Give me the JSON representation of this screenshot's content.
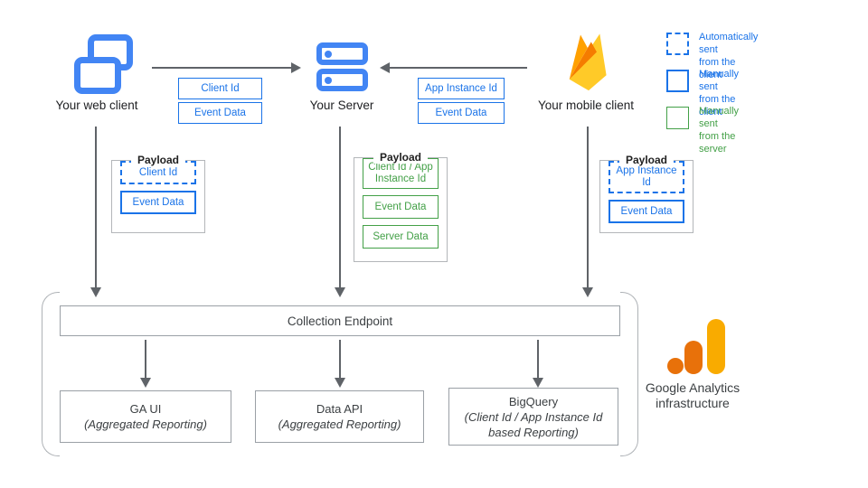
{
  "colors": {
    "blue": "#1a73e8",
    "icon_blue": "#4285f4",
    "green": "#43a047",
    "arrow_gray": "#5f6368",
    "border_gray": "#9aa0a6",
    "firebase_yellow": "#ffca28",
    "firebase_amber": "#ffa000",
    "firebase_orange": "#f57c00",
    "ga_amber": "#f9ab00",
    "ga_orange": "#e8710a"
  },
  "nodes": {
    "web_client": {
      "label": "Your web client"
    },
    "server": {
      "label": "Your Server"
    },
    "mobile_client": {
      "label": "Your mobile client"
    }
  },
  "edges": {
    "web_to_server": {
      "labels": [
        "Client Id",
        "Event Data"
      ]
    },
    "mobile_to_server": {
      "labels": [
        "App Instance Id",
        "Event Data"
      ]
    }
  },
  "legend": {
    "items": [
      {
        "line1": "Automatically sent",
        "line2": "from the client",
        "variant": "dashed-blue"
      },
      {
        "line1": "Manually sent",
        "line2": "from the client",
        "variant": "solid-blue"
      },
      {
        "line1": "Manually sent",
        "line2": "from the server",
        "variant": "solid-green"
      }
    ]
  },
  "payloads": {
    "web": {
      "title": "Payload",
      "items": [
        {
          "text": "Client Id",
          "variant": "dashed-blue"
        },
        {
          "text": "Event Data",
          "variant": "solid-blue"
        }
      ]
    },
    "server": {
      "title": "Payload",
      "items": [
        {
          "text": "Client Id / App Instance Id",
          "variant": "solid-green"
        },
        {
          "text": "Event Data",
          "variant": "solid-green"
        },
        {
          "text": "Server Data",
          "variant": "solid-green"
        }
      ]
    },
    "mobile": {
      "title": "Payload",
      "items": [
        {
          "text": "App Instance Id",
          "variant": "dashed-blue"
        },
        {
          "text": "Event Data",
          "variant": "solid-blue"
        }
      ]
    }
  },
  "infrastructure": {
    "endpoint": "Collection Endpoint",
    "services": [
      {
        "name": "GA UI",
        "detail": "(Aggregated Reporting)"
      },
      {
        "name": "Data API",
        "detail": "(Aggregated Reporting)"
      },
      {
        "name": "BigQuery",
        "detail": "(Client Id / App Instance Id based Reporting)"
      }
    ],
    "brand": {
      "line1": "Google Analytics",
      "line2": "infrastructure"
    }
  }
}
